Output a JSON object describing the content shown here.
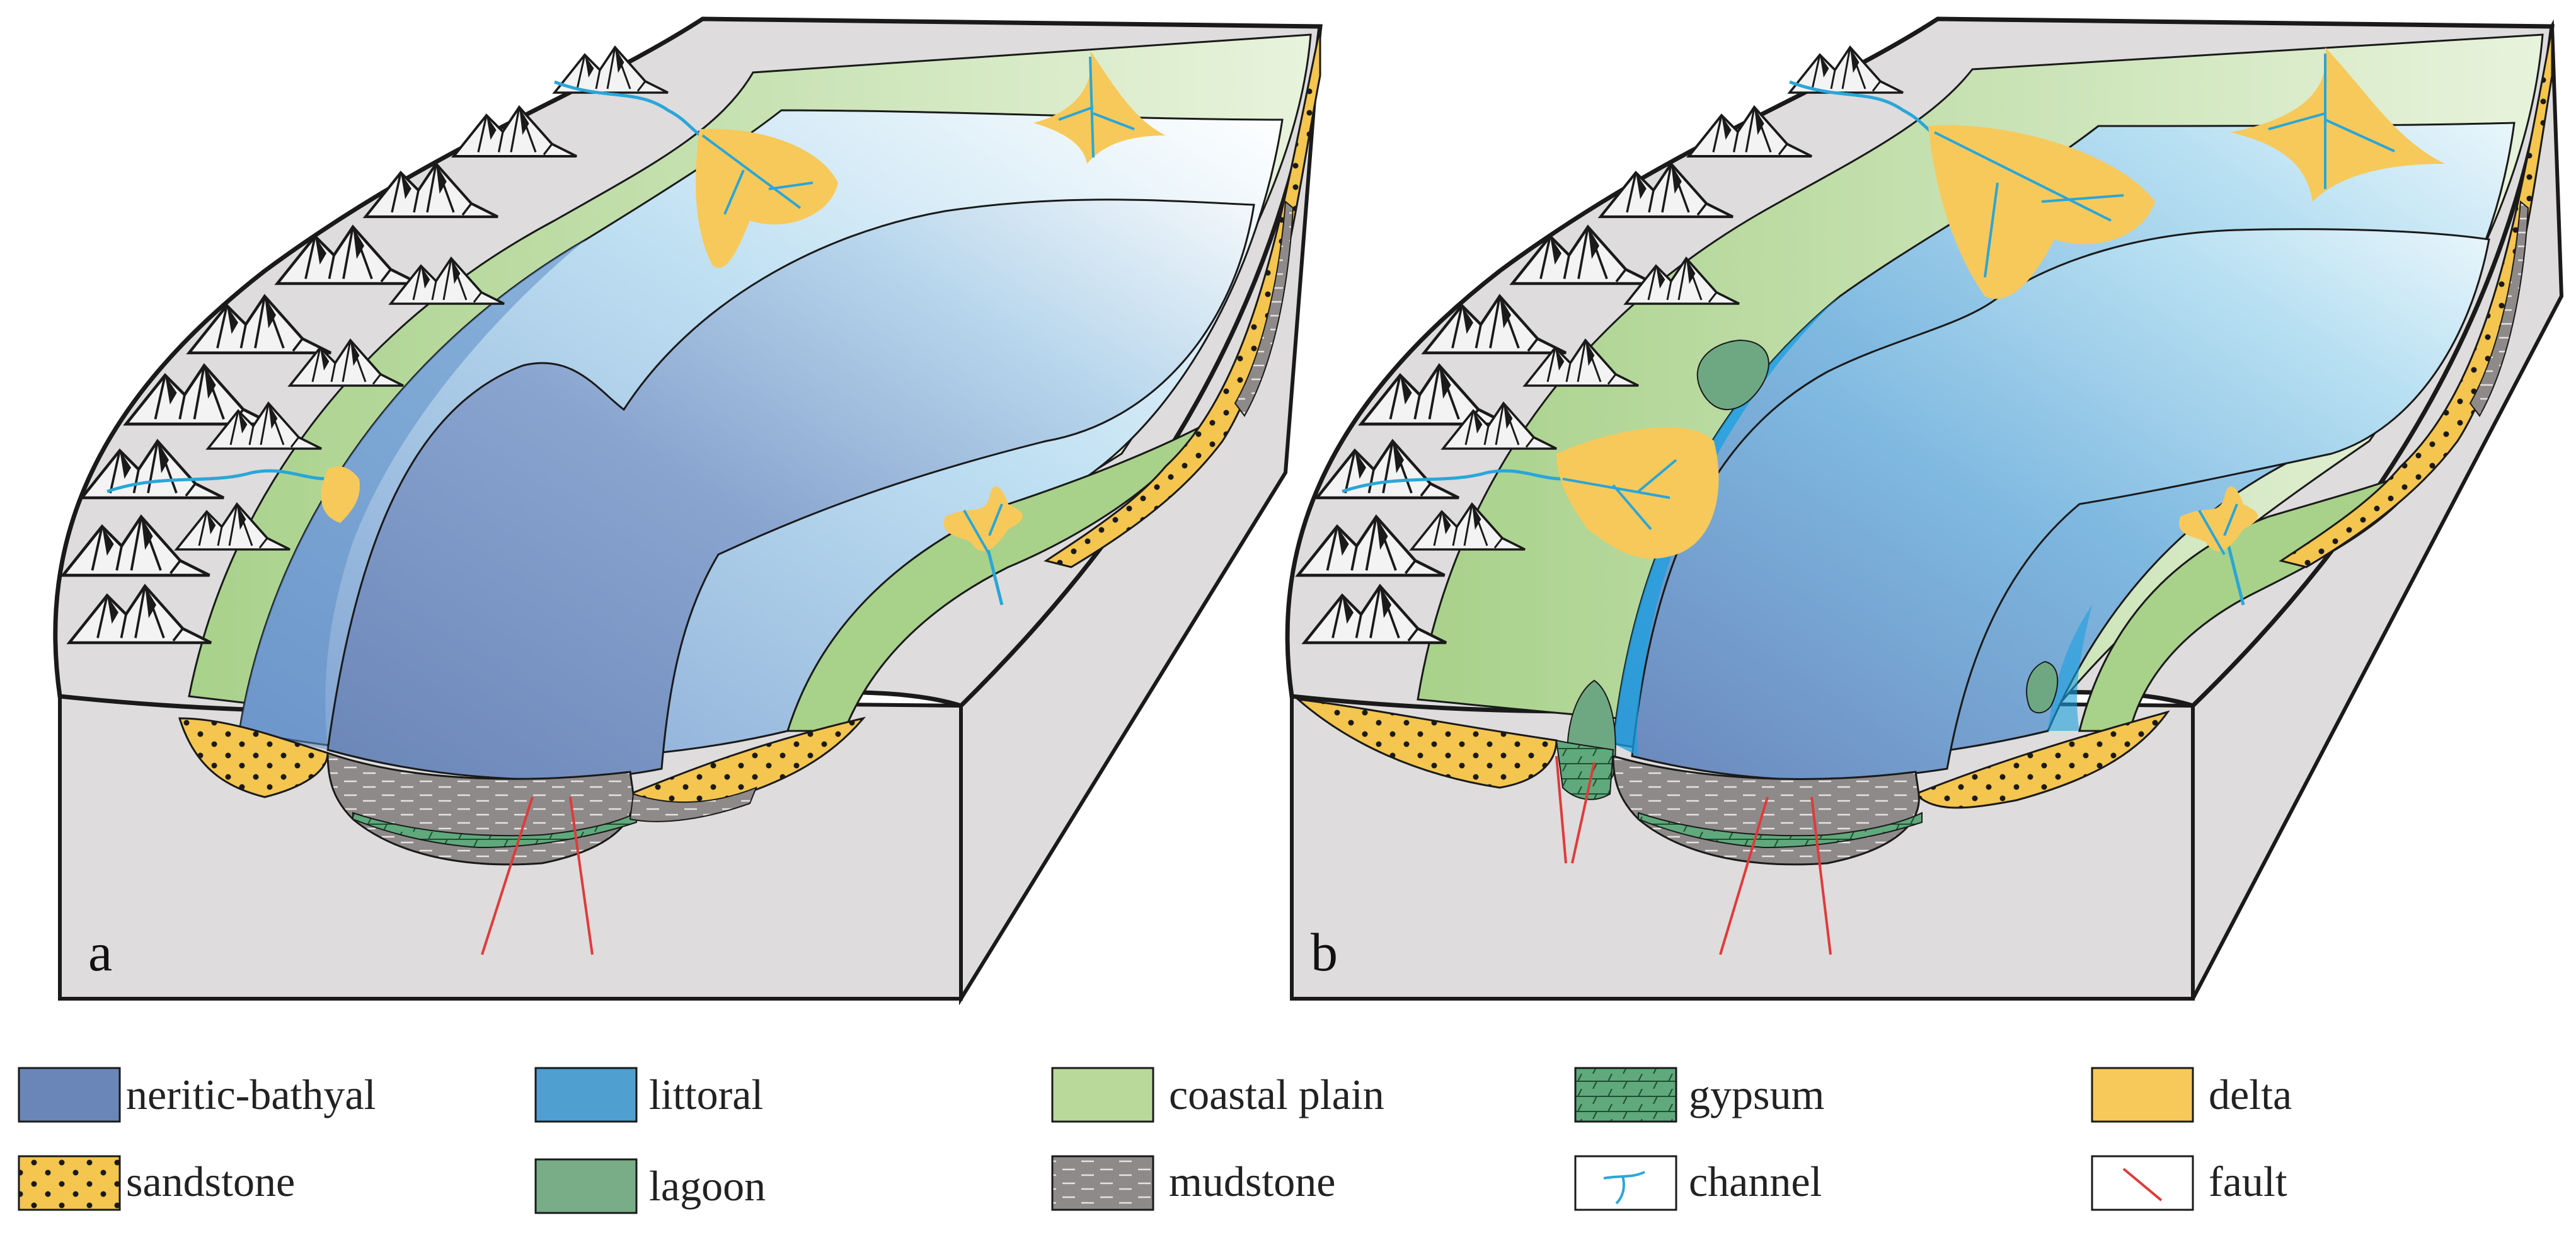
{
  "panels": [
    {
      "id": "a",
      "letter": "a"
    },
    {
      "id": "b",
      "letter": "b"
    }
  ],
  "legend": [
    {
      "key": "neritic-bathyal",
      "label": "neritic-bathyal",
      "color": "#6a86b8"
    },
    {
      "key": "littoral",
      "label": "littoral",
      "color": "#4f9fd0"
    },
    {
      "key": "coastal-plain",
      "label": "coastal plain",
      "color": "#b9d99a"
    },
    {
      "key": "gypsum",
      "label": "gypsum",
      "color": "#5fa97c"
    },
    {
      "key": "delta",
      "label": "delta",
      "color": "#f7c95a"
    },
    {
      "key": "sandstone",
      "label": "sandstone",
      "color": "#f4c54f"
    },
    {
      "key": "lagoon",
      "label": "lagoon",
      "color": "#78ad87"
    },
    {
      "key": "mudstone",
      "label": "mudstone",
      "color": "#9a9494"
    },
    {
      "key": "channel",
      "label": "channel",
      "color": "#2aa6d8"
    },
    {
      "key": "fault",
      "label": "fault",
      "color": "#e03a3a"
    }
  ],
  "colors": {
    "block": "#dedcdc",
    "outline": "#1a1a1a",
    "deep": "#6a86b8",
    "shallow_light": "#c5e6f3",
    "coastal": "#b9d99a",
    "delta": "#f7c95a",
    "sand": "#f4c54f",
    "mud": "#8f8a8a",
    "gypsum": "#5fa97c",
    "lagoon": "#6ea882",
    "channel": "#2aa6d8",
    "fault": "#e03a3a"
  }
}
